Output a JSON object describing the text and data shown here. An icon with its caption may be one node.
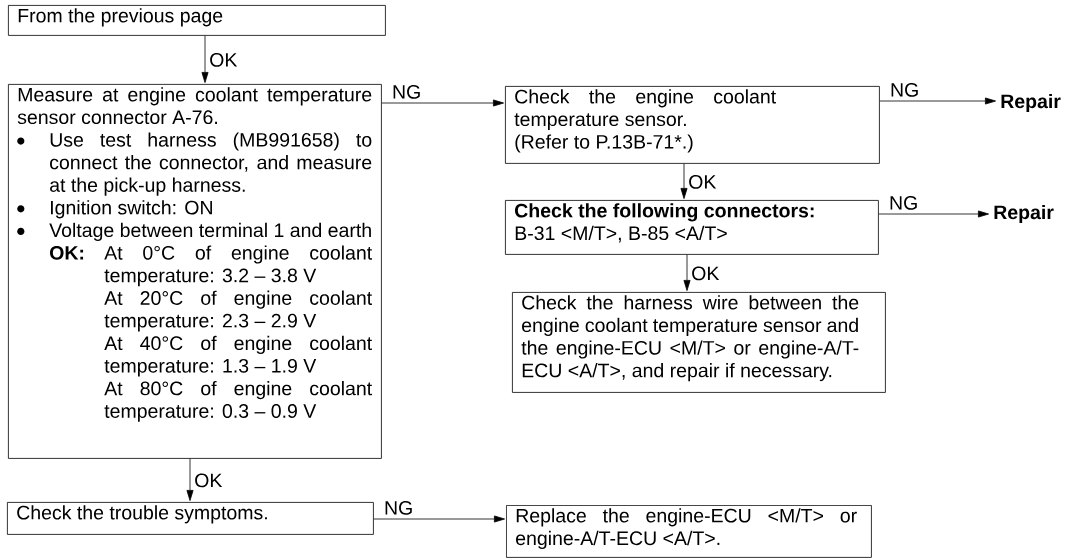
{
  "diagram": {
    "nodes": [
      {
        "text": [
          "From the previous page"
        ]
      },
      {
        "text": [
          "Measure at engine coolant temperature sensor connector A-76.",
          "Use test harness (MB991658) to connect the connector, and measure at the pick-up harness.",
          "Ignition switch: ON",
          "Voltage between terminal 1 and earth",
          "OK:",
          "At 0°C of engine coolant temperature: 3.2 – 3.8 V",
          "At 20°C of engine coolant temperature: 2.3 – 2.9 V",
          "At 40°C of engine coolant temperature: 1.3 – 1.9 V",
          "At 80°C of engine coolant temperature: 0.3 – 0.9 V"
        ]
      },
      {
        "text": [
          "Check the engine coolant temperature sensor.",
          "(Refer to P.13B-71*.)"
        ]
      },
      {
        "text": [
          "Repair"
        ]
      },
      {
        "text": [
          "Check the following connectors:",
          "B-31 <M/T>, B-85 <A/T>"
        ]
      },
      {
        "text": [
          "Repair"
        ]
      },
      {
        "text": [
          "Check the harness wire between the engine coolant temperature sensor and the engine-ECU <M/T> or engine-A/T-ECU <A/T>, and repair if necessary."
        ]
      },
      {
        "text": [
          "Check the trouble symptoms."
        ]
      },
      {
        "text": [
          "Replace the engine-ECU <M/T> or engine-A/T-ECU <A/T>."
        ]
      }
    ],
    "edges": [
      {
        "from": 0,
        "to": 1,
        "arrow": "to",
        "label": "OK"
      },
      {
        "from": 1,
        "to": 2,
        "arrow": "to",
        "label": "NG"
      },
      {
        "from": 2,
        "to": 3,
        "arrow": "to",
        "label": "NG"
      },
      {
        "from": 2,
        "to": 4,
        "arrow": "to",
        "label": "OK"
      },
      {
        "from": 4,
        "to": 5,
        "arrow": "to",
        "label": "NG"
      },
      {
        "from": 4,
        "to": 6,
        "arrow": "to",
        "label": "OK"
      },
      {
        "from": 1,
        "to": 7,
        "arrow": "to",
        "label": "OK"
      },
      {
        "from": 7,
        "to": 8,
        "arrow": "to",
        "label": "NG"
      }
    ]
  }
}
